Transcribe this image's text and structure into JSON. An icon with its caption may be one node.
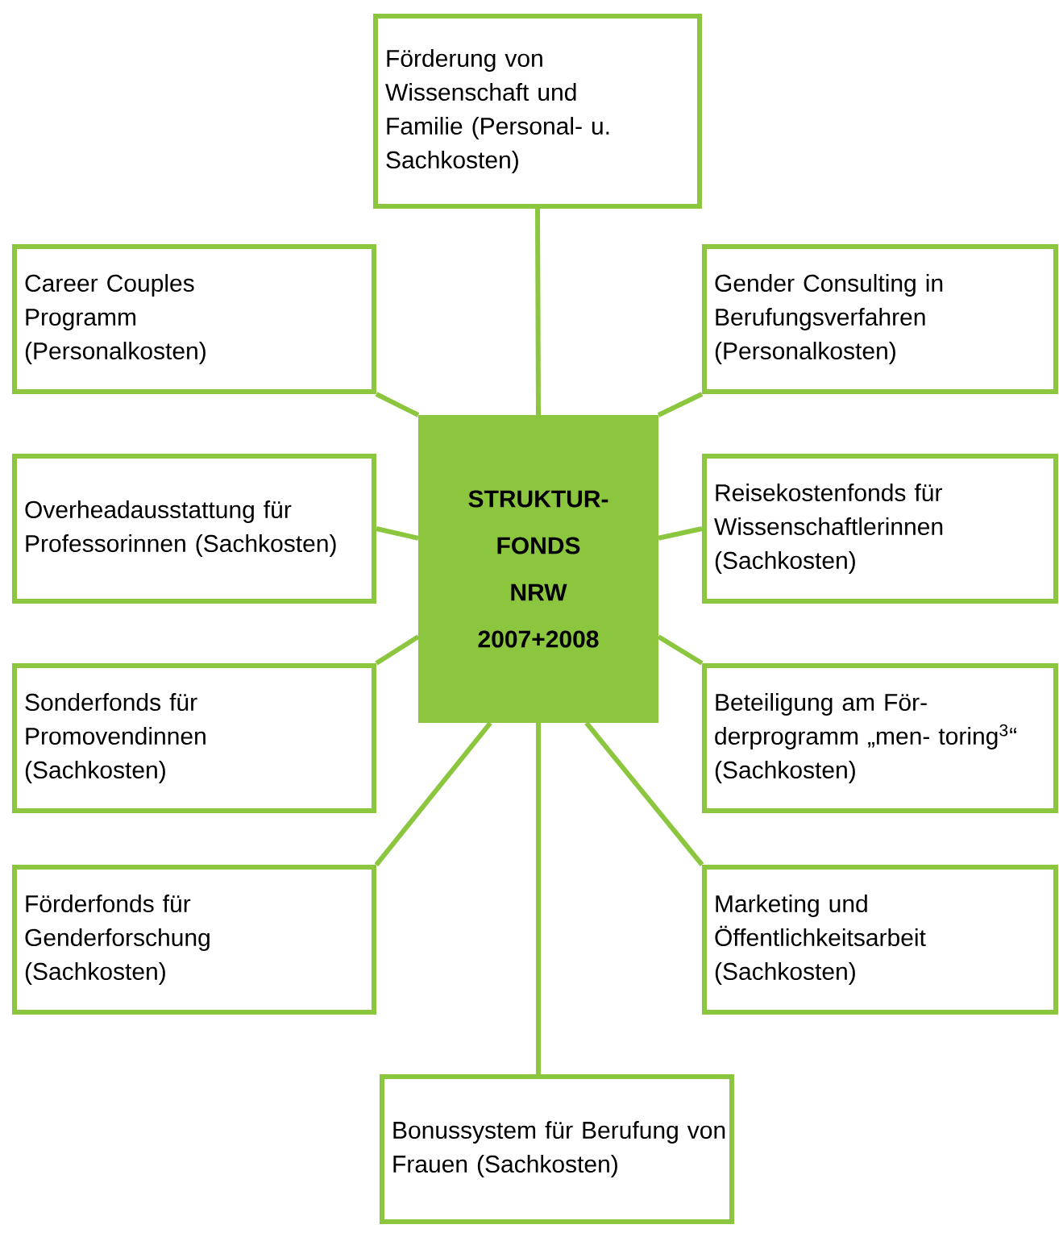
{
  "diagram": {
    "nodes": [
      {
        "text": [
          "STRUKTUR- FONDS NRW 2007+2008"
        ]
      },
      {
        "text": [
          "Förderung von Wissenschaft und Familie (Personal- u. Sachkosten)"
        ]
      },
      {
        "text": [
          "Career Couples Programm (Personalkosten)"
        ]
      },
      {
        "text": [
          "Gender Consulting in Berufungsverfahren (Personalkosten)"
        ]
      },
      {
        "text": [
          "Overheadausstattung für Professorinnen (Sachkosten)"
        ]
      },
      {
        "text": [
          "Reisekostenfonds für Wissenschaftlerinnen (Sachkosten)"
        ]
      },
      {
        "text": [
          "Sonderfonds für Promovendinnen (Sachkosten)"
        ]
      },
      {
        "text": [
          "Beteiligung am För- derprogramm „men- toring$^{3}$“ (Sachkosten)"
        ]
      },
      {
        "text": [
          "Förderfonds für Genderforschung (Sachkosten)"
        ]
      },
      {
        "text": [
          "Marketing und Öffentlichkeitsarbeit (Sachkosten)"
        ]
      },
      {
        "text": [
          "Bonussystem für Berufung von Frauen (Sachkosten)"
        ]
      }
    ],
    "edges": [
      {
        "from": 0,
        "to": 1,
        "arrow": "none"
      },
      {
        "from": 0,
        "to": 2,
        "arrow": "none"
      },
      {
        "from": 0,
        "to": 3,
        "arrow": "none"
      },
      {
        "from": 0,
        "to": 4,
        "arrow": "none"
      },
      {
        "from": 0,
        "to": 5,
        "arrow": "none"
      },
      {
        "from": 0,
        "to": 6,
        "arrow": "none"
      },
      {
        "from": 0,
        "to": 7,
        "arrow": "none"
      },
      {
        "from": 0,
        "to": 8,
        "arrow": "none"
      },
      {
        "from": 0,
        "to": 9,
        "arrow": "none"
      },
      {
        "from": 0,
        "to": 10,
        "arrow": "none"
      }
    ]
  }
}
